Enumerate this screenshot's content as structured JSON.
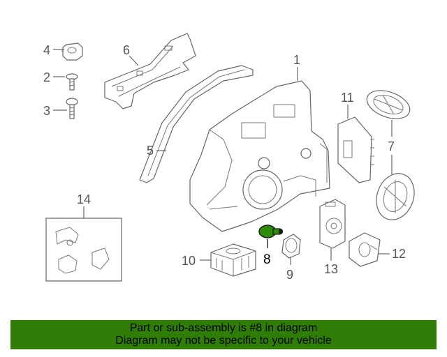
{
  "callouts": [
    {
      "id": "1",
      "label": "1"
    },
    {
      "id": "2",
      "label": "2"
    },
    {
      "id": "3",
      "label": "3"
    },
    {
      "id": "4",
      "label": "4"
    },
    {
      "id": "5",
      "label": "5"
    },
    {
      "id": "6",
      "label": "6"
    },
    {
      "id": "7",
      "label": "7"
    },
    {
      "id": "8",
      "label": "8",
      "highlighted": true
    },
    {
      "id": "9",
      "label": "9"
    },
    {
      "id": "10",
      "label": "10"
    },
    {
      "id": "11",
      "label": "11"
    },
    {
      "id": "12",
      "label": "12"
    },
    {
      "id": "13",
      "label": "13"
    },
    {
      "id": "14",
      "label": "14"
    }
  ],
  "banner": {
    "line1": "Part or sub-assembly is #8 in diagram",
    "line2": "Diagram may not be specific to your vehicle"
  },
  "colors": {
    "banner_bg": "#2f7d07",
    "highlight": "#2e8b0a",
    "line": "#666666"
  }
}
